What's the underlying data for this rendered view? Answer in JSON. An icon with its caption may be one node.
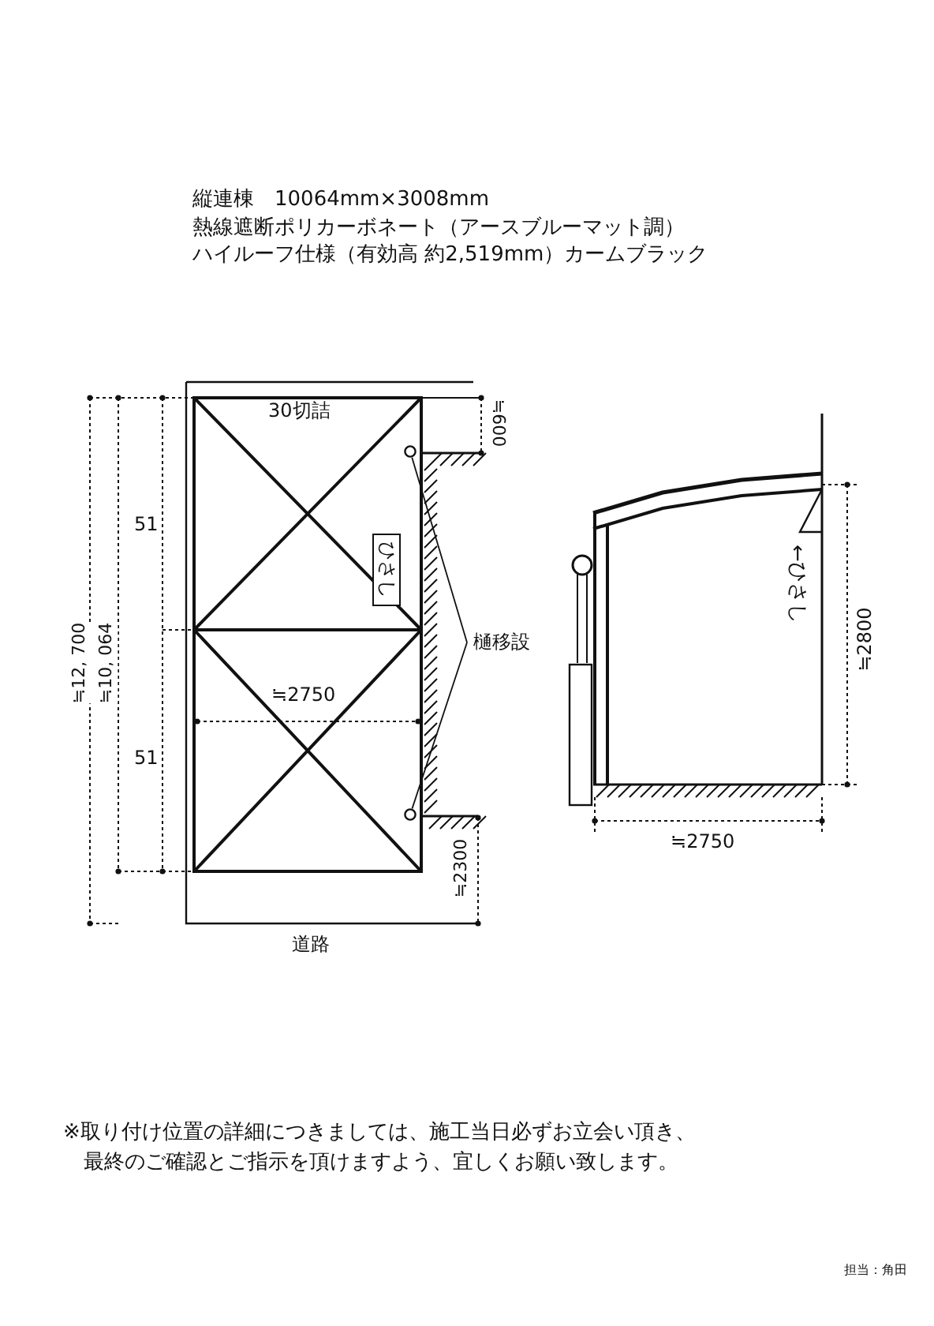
{
  "diagram": {
    "nodes": [
      {
        "text": [
          "ひさし"
        ]
      },
      {
        "text": [
          "樋移設"
        ]
      },
      {
        "text": [],
        "shape": "circle"
      },
      {
        "text": [],
        "shape": "circle"
      }
    ],
    "edges": [
      {
        "from": 1,
        "to": 2,
        "arrow": "none"
      },
      {
        "from": 1,
        "to": 3,
        "arrow": "none"
      }
    ],
    "labels": [
      "縦連棟　10064mm×3008mm",
      "熱線遮断ポリカーボネート（アースブルーマット調）",
      "ハイルーフ仕様（有効高 約2,519mm）カームブラック",
      "30切詰",
      "≒600",
      "51",
      "≒12, 700",
      "≒10, 064",
      "≒2750",
      "51",
      "≒2300",
      "道路",
      "←ひさし",
      "≒2800",
      "≒2750",
      "※取り付け位置の詳細につきましては、施工当日必ずお立会い頂き、最終のご確認とご指示を頂けますよう、宜しくお願い致します。",
      "担当：角田"
    ]
  }
}
